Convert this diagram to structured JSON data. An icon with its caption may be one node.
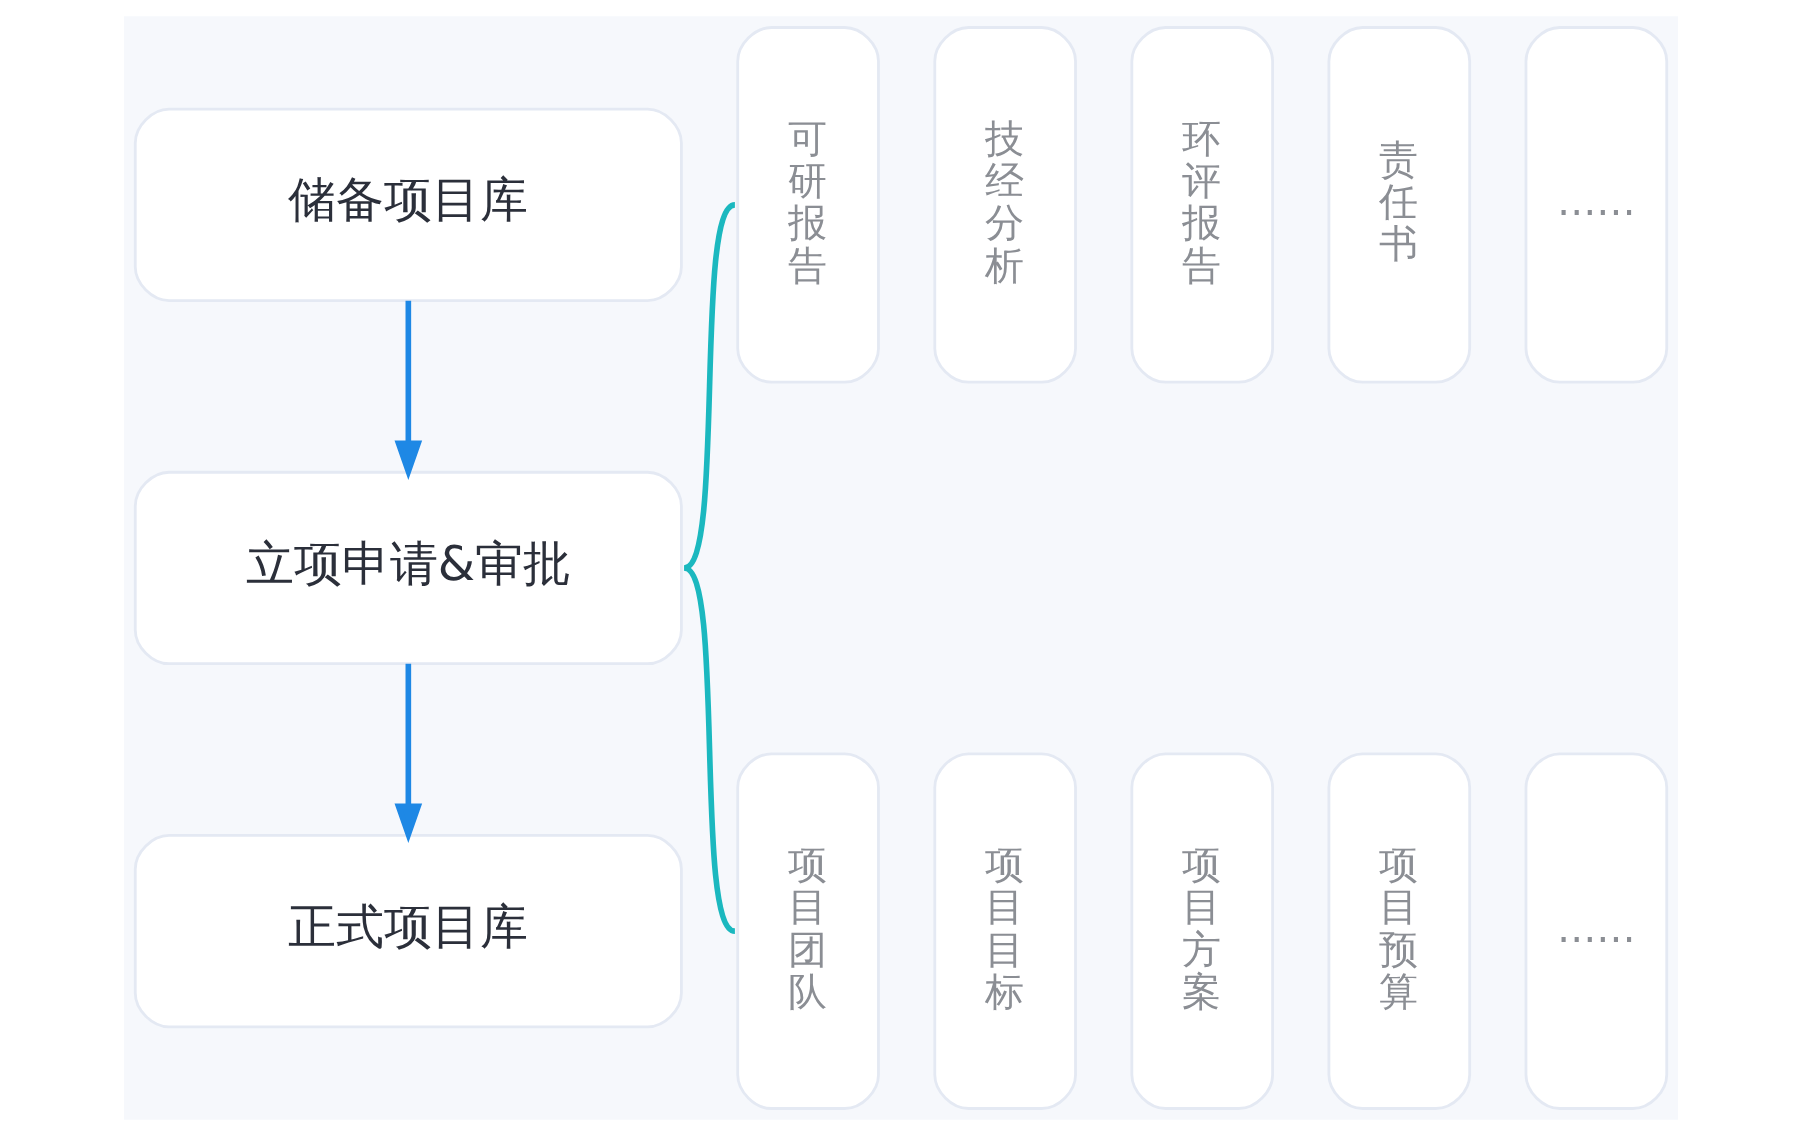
{
  "diagram": {
    "nodes": [
      {
        "text": [
          "储备项目库"
        ]
      },
      {
        "text": [
          "立项申请&审批"
        ]
      },
      {
        "text": [
          "正式项目库"
        ]
      },
      {
        "text": [
          "可研报告"
        ]
      },
      {
        "text": [
          "技经分析"
        ]
      },
      {
        "text": [
          "环评报告"
        ]
      },
      {
        "text": [
          "责任书"
        ]
      },
      {
        "text": [
          "……"
        ]
      },
      {
        "text": [
          "项目团队"
        ]
      },
      {
        "text": [
          "项目目标"
        ]
      },
      {
        "text": [
          "项目方案"
        ]
      },
      {
        "text": [
          "项目预算"
        ]
      },
      {
        "text": [
          "……"
        ]
      }
    ],
    "edges": [
      {
        "from": 0,
        "to": 1,
        "arrow": "to",
        "color": "#1e88e5"
      },
      {
        "from": 1,
        "to": 2,
        "arrow": "to",
        "color": "#1e88e5"
      },
      {
        "from": 1,
        "to": 3,
        "arrow": "none",
        "color": "#1bb8bf"
      },
      {
        "from": 1,
        "to": 8,
        "arrow": "none",
        "color": "#1bb8bf"
      }
    ]
  }
}
